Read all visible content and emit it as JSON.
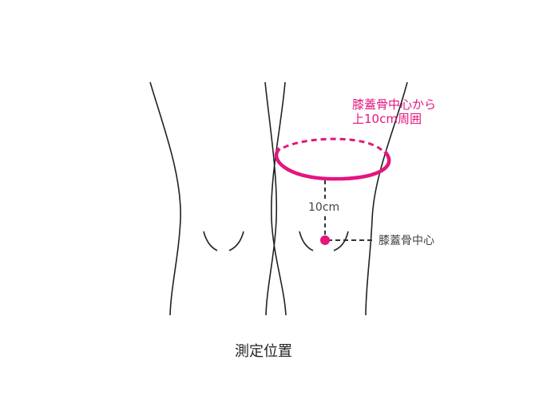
{
  "colors": {
    "accent": "#e4157f",
    "line": "#222222"
  },
  "labels": {
    "measurement_line1": "膝蓋骨中心から",
    "measurement_line2": "上10cm周囲",
    "distance": "10cm",
    "kneecap_center": "膝蓋骨中心",
    "caption": "測定位置"
  }
}
